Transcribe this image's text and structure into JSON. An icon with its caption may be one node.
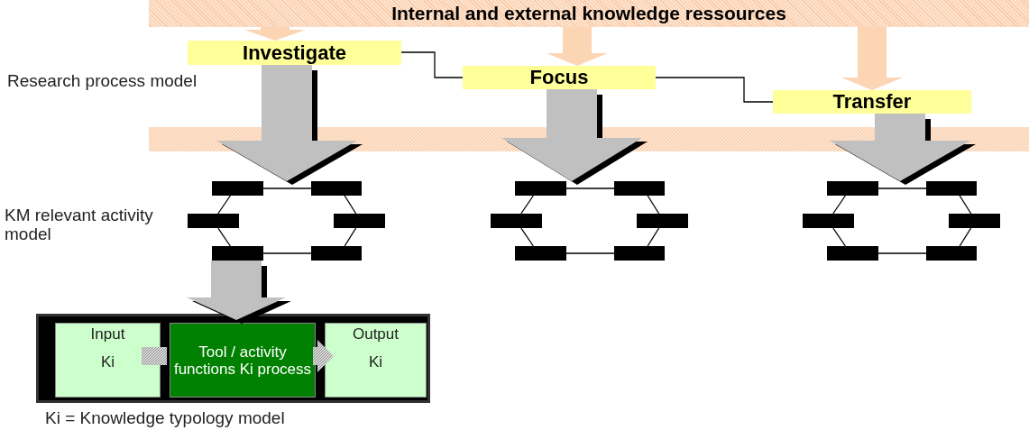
{
  "diagram": {
    "nodes": [
      {
        "text": [
          "Internal and external knowledge ressources"
        ]
      },
      {
        "text": [
          "Investigate"
        ]
      },
      {
        "text": [
          "Focus"
        ]
      },
      {
        "text": [
          "Transfer"
        ]
      },
      {
        "text": [],
        "shape": "bar"
      },
      {
        "text": [],
        "shape": "bar"
      },
      {
        "text": [],
        "shape": "bar"
      },
      {
        "text": [],
        "shape": "bar"
      },
      {
        "text": [],
        "shape": "bar"
      },
      {
        "text": [],
        "shape": "bar"
      },
      {
        "text": [],
        "shape": "bar"
      },
      {
        "text": [],
        "shape": "bar"
      },
      {
        "text": [],
        "shape": "bar"
      },
      {
        "text": [],
        "shape": "bar"
      },
      {
        "text": [],
        "shape": "bar"
      },
      {
        "text": [],
        "shape": "bar"
      },
      {
        "text": [],
        "shape": "bar"
      },
      {
        "text": [],
        "shape": "bar"
      },
      {
        "text": [],
        "shape": "bar"
      },
      {
        "text": [],
        "shape": "bar"
      },
      {
        "text": [],
        "shape": "bar"
      },
      {
        "text": [],
        "shape": "bar"
      },
      {
        "text": [],
        "shape": "box"
      },
      {
        "text": [
          "Input",
          "Ki"
        ],
        "in": 22
      },
      {
        "text": [
          "Tool / activity functions Ki process"
        ],
        "in": 22
      },
      {
        "text": [
          "Output",
          "Ki"
        ],
        "in": 22
      }
    ],
    "edges": [
      {
        "from": 0,
        "to": 1,
        "arrow": "to",
        "style": "thick",
        "color": "#fcd5b4"
      },
      {
        "from": 0,
        "to": 2,
        "arrow": "to",
        "style": "thick",
        "color": "#fcd5b4"
      },
      {
        "from": 0,
        "to": 3,
        "arrow": "to",
        "style": "thick",
        "color": "#fcd5b4"
      },
      {
        "from": 1,
        "to": 2,
        "arrow": "none"
      },
      {
        "from": 2,
        "to": 3,
        "arrow": "none"
      },
      {
        "from": 1,
        "to": 5,
        "arrow": "to",
        "style": "thick",
        "color": "#c0c0c0"
      },
      {
        "from": 2,
        "to": 10,
        "arrow": "to",
        "style": "thick",
        "color": "#c0c0c0"
      },
      {
        "from": 3,
        "to": 17,
        "arrow": "to",
        "style": "thick",
        "color": "#c0c0c0"
      },
      {
        "from": 4,
        "to": 5,
        "arrow": "none"
      },
      {
        "from": 5,
        "to": 7,
        "arrow": "none"
      },
      {
        "from": 7,
        "to": 9,
        "arrow": "none"
      },
      {
        "from": 9,
        "to": 8,
        "arrow": "none"
      },
      {
        "from": 8,
        "to": 6,
        "arrow": "none"
      },
      {
        "from": 6,
        "to": 4,
        "arrow": "none"
      },
      {
        "from": 10,
        "to": 11,
        "arrow": "none"
      },
      {
        "from": 11,
        "to": 13,
        "arrow": "none"
      },
      {
        "from": 13,
        "to": 15,
        "arrow": "none"
      },
      {
        "from": 15,
        "to": 14,
        "arrow": "none"
      },
      {
        "from": 14,
        "to": 12,
        "arrow": "none"
      },
      {
        "from": 12,
        "to": 10,
        "arrow": "none"
      },
      {
        "from": 16,
        "to": 17,
        "arrow": "none"
      },
      {
        "from": 17,
        "to": 19,
        "arrow": "none"
      },
      {
        "from": 19,
        "to": 21,
        "arrow": "none"
      },
      {
        "from": 21,
        "to": 20,
        "arrow": "none"
      },
      {
        "from": 20,
        "to": 18,
        "arrow": "none"
      },
      {
        "from": 18,
        "to": 16,
        "arrow": "none"
      },
      {
        "from": 8,
        "to": 24,
        "arrow": "to",
        "style": "thick",
        "color": "#c0c0c0"
      },
      {
        "from": 23,
        "to": 24,
        "arrow": "none",
        "style": "thick",
        "color": "#c0c0c0"
      },
      {
        "from": 24,
        "to": 25,
        "arrow": "to",
        "style": "thick",
        "color": "#c0c0c0"
      }
    ],
    "labels": [
      "Research process model",
      "KM relevant activity model",
      "Ki = Knowledge typology model"
    ]
  }
}
